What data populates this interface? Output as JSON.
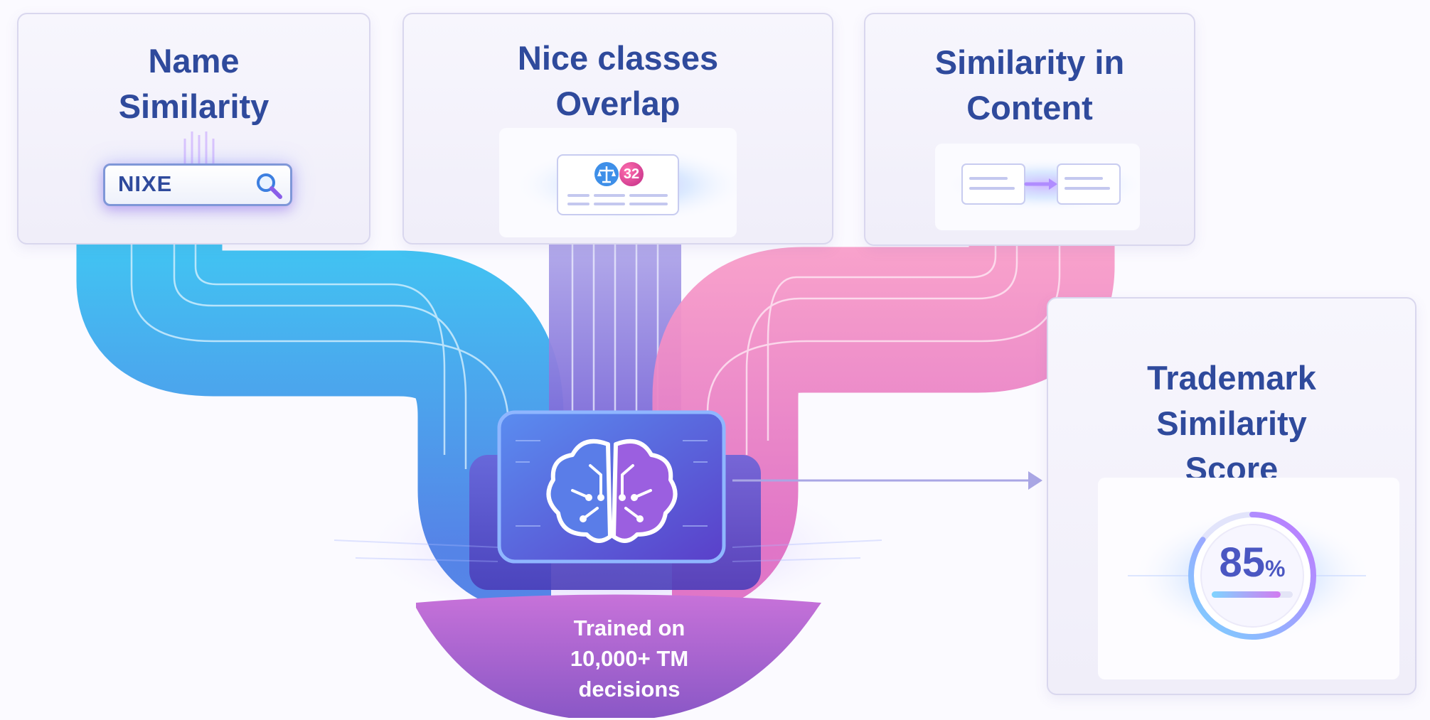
{
  "inputs": [
    {
      "title": "Name\nSimilarity",
      "search_value": "NIXE"
    },
    {
      "title": "Nice classes\nOverlap",
      "class_number": "32"
    },
    {
      "title": "Similarity in\nContent"
    }
  ],
  "output": {
    "title": "Trademark\nSimilarity\nScore",
    "score_value": "85",
    "score_unit": "%",
    "score_fraction": 0.85
  },
  "model": {
    "training_label": "Trained on\n10,000+ TM\ndecisions"
  },
  "icons": [
    "search-icon",
    "scales-icon",
    "brain-icon",
    "document-icon",
    "arrow-right-icon"
  ],
  "colors": {
    "title_text": "#2f4a9c",
    "flow_blue": "#3fb6ef",
    "flow_violet": "#9c8ce6",
    "flow_pink": "#f58fc3",
    "chip_blue": "#4a6fe0",
    "funnel_purple": "#a45fcf"
  }
}
